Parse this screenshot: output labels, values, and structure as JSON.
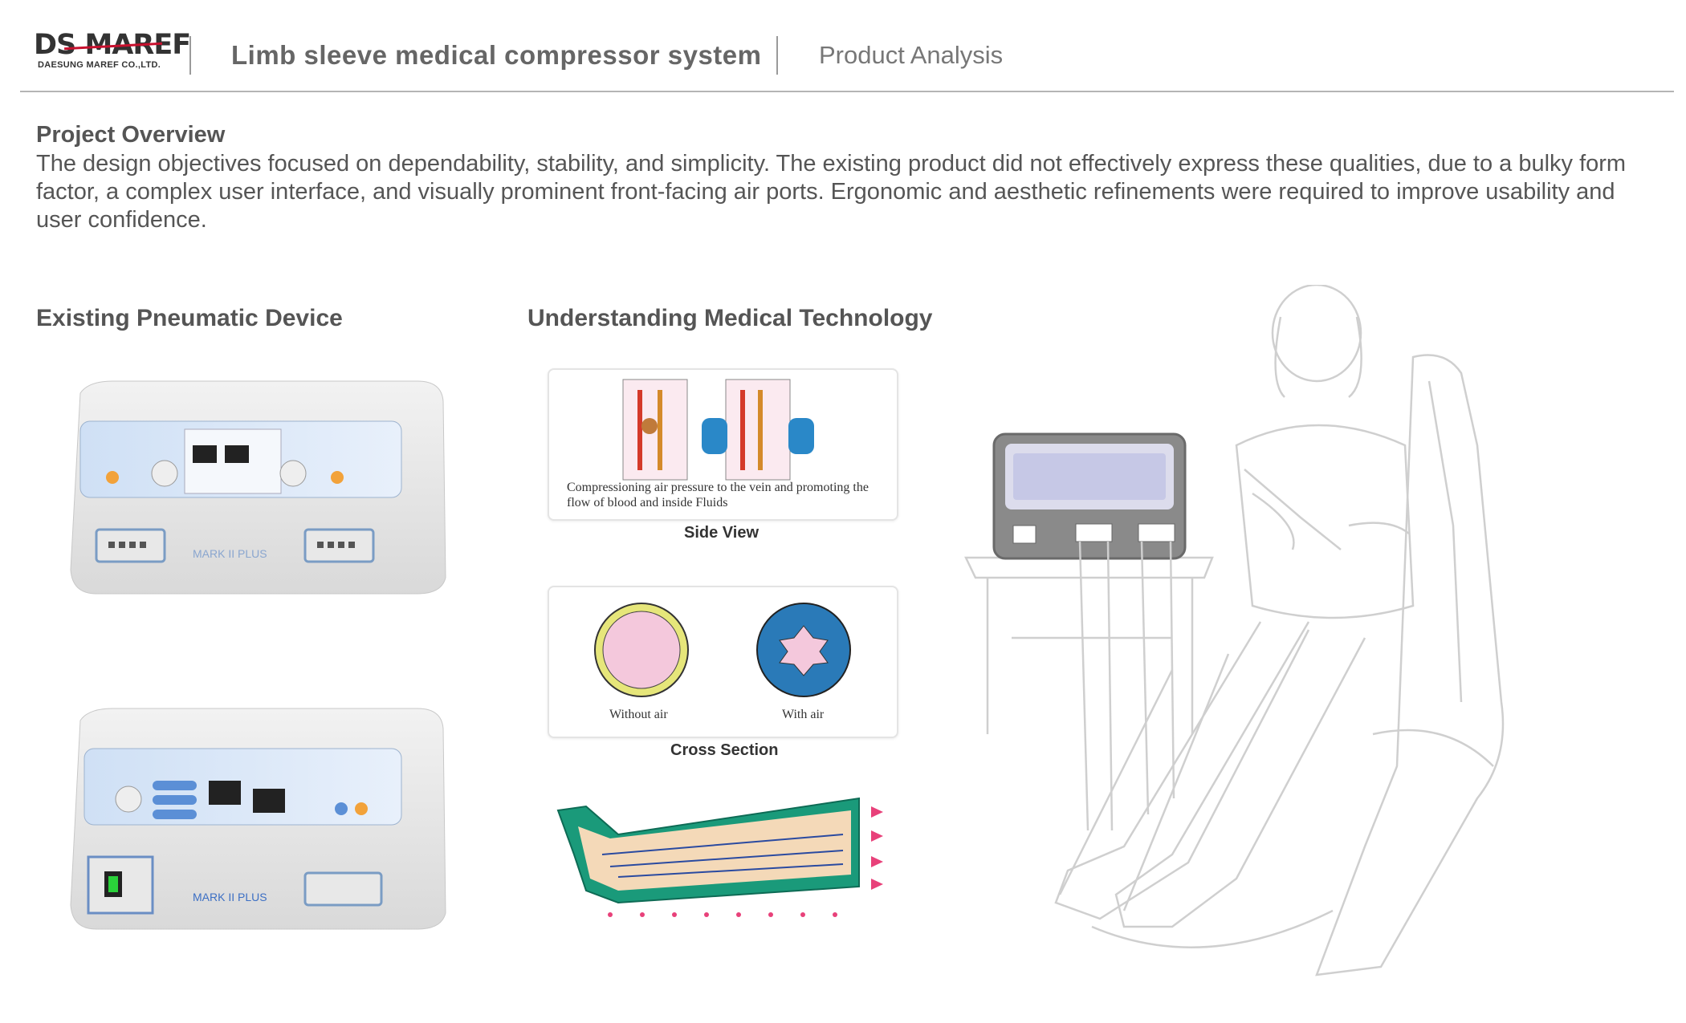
{
  "header": {
    "logo_main_a": "DS",
    "logo_main_b": "MAREF",
    "logo_sub": "DAESUNG MAREF CO.,LTD.",
    "title": "Limb sleeve medical compressor system",
    "subtitle": "Product Analysis"
  },
  "overview": {
    "title": "Project Overview",
    "text": "The design objectives focused on dependability, stability, and simplicity. The existing product did not effectively express these qualities, due to a bulky form factor, a complex user interface, and visually prominent front-facing air ports. Ergonomic and aesthetic refinements were required to improve usability and user confidence."
  },
  "existing": {
    "title": "Existing Pneumatic Device",
    "brand1": "MARK II PLUS",
    "brand2": "MARK II PLUS"
  },
  "medtech": {
    "title": "Understanding Medical Technology",
    "side_caption": "Compressioning air pressure to the vein and promoting the flow of blood and inside Fluids",
    "side_label": "Side View",
    "without_air": "Without air",
    "with_air": "With air",
    "cross_label": "Cross Section"
  },
  "colors": {
    "sleeve_green": "#1a9a7a",
    "sleeve_inner": "#f4d9b8",
    "arrow_pink": "#e8417a",
    "air_blue": "#2a7ab8",
    "ring_yellow": "#e6e67a"
  }
}
